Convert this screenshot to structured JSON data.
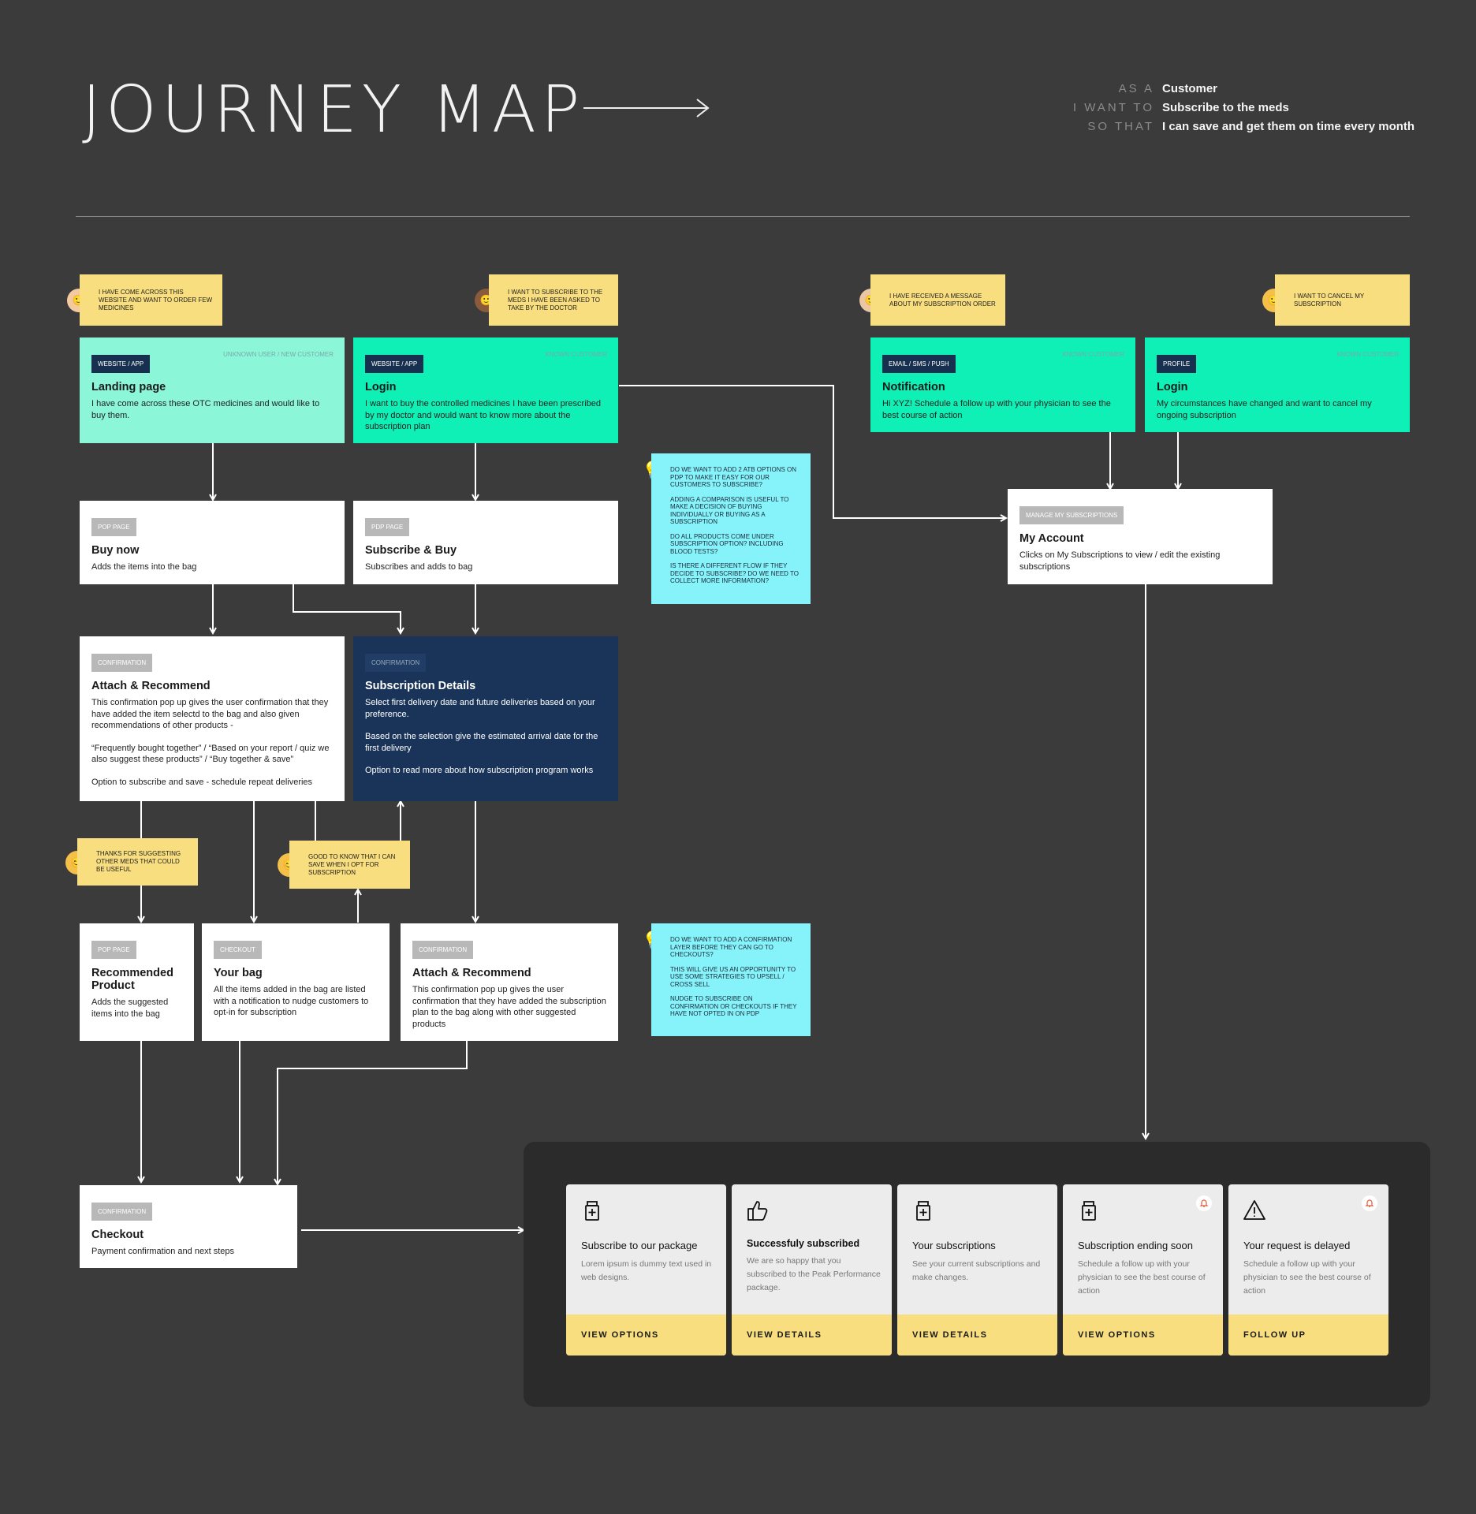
{
  "header": {
    "title": "JOURNEY  MAP",
    "story": [
      {
        "key": "AS A",
        "value": "Customer"
      },
      {
        "key": "I WANT TO",
        "value": "Subscribe to the meds"
      },
      {
        "key": "SO THAT",
        "value": "I can save and get them on time every month"
      }
    ]
  },
  "stickies": {
    "s1": "I have come across this website and want to order few medicines",
    "s2": "I want to subscribe to the meds I have been asked to take by the doctor",
    "s3": "I have received a message about my subscription order",
    "s4": "I want to cancel my subscription",
    "s5": "Thanks for suggesting other meds that could be useful",
    "s6": "Good to know that I can save when I opt for subscription"
  },
  "cards": {
    "landing": {
      "tag": "WEBSITE / APP",
      "audience": "UNKNOWN USER / NEW CUSTOMER",
      "title": "Landing page",
      "desc": "I have come across these OTC medicines and would like to buy them."
    },
    "login1": {
      "tag": "WEBSITE / APP",
      "audience": "KNOWN CUSTOMER",
      "title": "Login",
      "desc": "I want to buy the controlled medicines I have been prescribed by my doctor and would want to know more about the subscription plan"
    },
    "notification": {
      "tag": "EMAIL / SMS / PUSH",
      "audience": "KNOWN CUSTOMER",
      "title": "Notification",
      "desc": "Hi XYZ! Schedule a follow up with your physician to see the best course of action"
    },
    "login2": {
      "tag": "PROFILE",
      "audience": "KNOWN CUSTOMER",
      "title": "Login",
      "desc": "My circumstances have changed and want to cancel my ongoing subscription"
    },
    "buynow": {
      "tag": "POP PAGE",
      "title": "Buy now",
      "desc": "Adds the items into the bag"
    },
    "subbuy": {
      "tag": "PDP PAGE",
      "title": "Subscribe & Buy",
      "desc": "Subscribes and adds to bag"
    },
    "myaccount": {
      "tag": "MANAGE MY SUBSCRIPTIONS",
      "title": "My Account",
      "desc": "Clicks on My Subscriptions to view / edit the existing subscriptions"
    },
    "attach1": {
      "tag": "CONFIRMATION",
      "title": "Attach & Recommend",
      "p1": "This confirmation pop up gives the user confirmation that they have added the item selectd to the bag and also given recommendations of other products -",
      "p2": "“Frequently bought together” / “Based on your report / quiz we also suggest these products” / “Buy together & save”",
      "p3": "Option to subscribe and save - schedule repeat deliveries"
    },
    "subdetails": {
      "tag": "CONFIRMATION",
      "title": "Subscription Details",
      "p1": "Select first delivery date and future deliveries based on your preference.",
      "p2": "Based on the selection give the estimated arrival date for the first delivery",
      "p3": "Option to read more about how subscription program works"
    },
    "recommended": {
      "tag": "POP PAGE",
      "title": "Recommended Product",
      "desc": "Adds the suggested items into the bag"
    },
    "yourbag": {
      "tag": "CHECKOUT",
      "title": "Your bag",
      "desc": "All the items added in the bag are listed with a notification to nudge customers to opt-in for subscription"
    },
    "attach2": {
      "tag": "CONFIRMATION",
      "title": "Attach & Recommend",
      "desc": "This confirmation pop up gives the user confirmation that they have added the subscription plan to the bag along with other suggested products"
    },
    "checkout": {
      "tag": "CONFIRMATION",
      "title": "Checkout",
      "desc": "Payment confirmation and next steps"
    }
  },
  "notes": {
    "n1": [
      "Do we want to add 2 ATB options on PDP to make it easy for our customers to subscribe?",
      "Adding a comparison  is useful to make a decision of buying individually or buying as a subscription",
      "Do all products come under subscription option? Including blood tests?",
      "Is there a different flow if they decide to subscribe? Do we need to collect more information?"
    ],
    "n2": [
      "Do we want to add a confirmation layer before they can go to checkouts?",
      "This will give us an opportunity to use some strategies to upsell / cross sell",
      "Nudge to subscribe  on confirmation or checkouts if they have not opted in on PDP"
    ]
  },
  "ui_cards": [
    {
      "icon": "medicine-bottle-icon",
      "title": "Subscribe to our package",
      "desc": "Lorem ipsum is dummy text used in web designs.",
      "cta": "VIEW OPTIONS",
      "bell": false
    },
    {
      "icon": "thumbs-up-icon",
      "title": "Successfuly subscribed",
      "desc": "We are so happy that you subscribed to the Peak Performance package.",
      "cta": "VIEW DETAILS",
      "bell": false
    },
    {
      "icon": "medicine-bottle-icon",
      "title": "Your subscriptions",
      "desc": "See your current subscriptions and make changes.",
      "cta": "VIEW DETAILS",
      "bell": false
    },
    {
      "icon": "medicine-bottle-icon",
      "title": "Subscription ending soon",
      "desc": "Schedule a follow up with your physician to see the best course of action",
      "cta": "VIEW OPTIONS",
      "bell": true
    },
    {
      "icon": "warning-icon",
      "title": "Your request is delayed",
      "desc": "Schedule a follow up with your physician to see the best course of action",
      "cta": "FOLLOW UP",
      "bell": true
    }
  ],
  "colors": {
    "sticky": "#f8de7e",
    "teal": "#0ef0b6",
    "mint": "#8cf6d9",
    "navy": "#193458",
    "note": "#86f3fb",
    "bg": "#3b3b3b"
  }
}
